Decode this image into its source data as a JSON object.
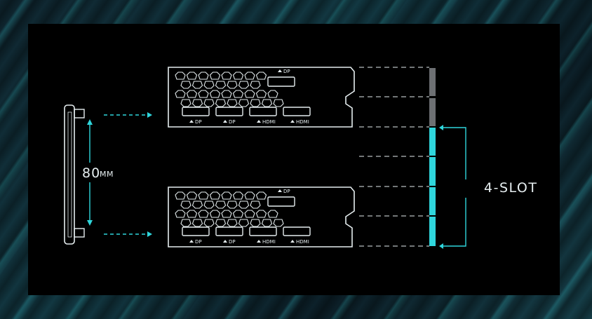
{
  "dimension": {
    "value": "80",
    "unit": "MM"
  },
  "slot_label": "4-SLOT",
  "ports": [
    "DP",
    "DP",
    "HDMI",
    "HDMI"
  ],
  "top_port": "DP",
  "colors": {
    "accent": "#2fd6dc",
    "line": "#e6eef0",
    "grey_slot": "#6d7073",
    "panel": "#000000"
  }
}
